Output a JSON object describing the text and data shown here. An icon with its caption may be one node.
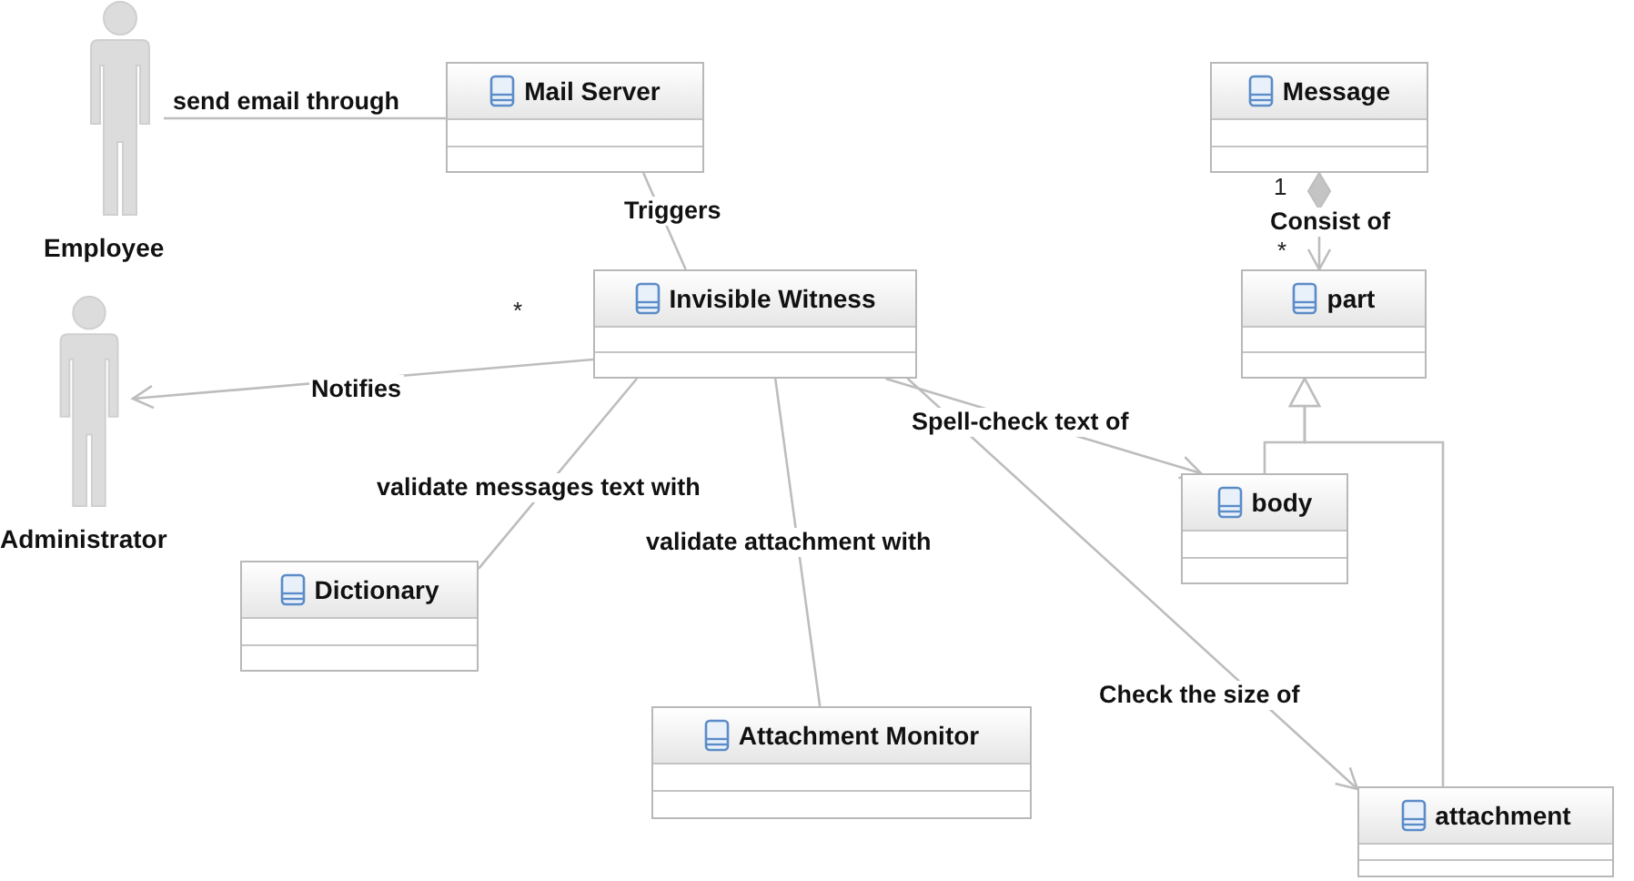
{
  "diagram": {
    "nodes": [
      {
        "text": [
          "Employee"
        ]
      },
      {
        "text": [
          "Mail Server"
        ]
      },
      {
        "text": [
          "Message"
        ]
      },
      {
        "text": [
          "Invisible Witness"
        ]
      },
      {
        "text": [
          "part"
        ]
      },
      {
        "text": [
          "Administrator"
        ]
      },
      {
        "text": [
          "body"
        ]
      },
      {
        "text": [
          "Dictionary"
        ]
      },
      {
        "text": [
          "Attachment Monitor"
        ]
      },
      {
        "text": [
          "attachment"
        ]
      }
    ],
    "edges": [
      {
        "from": 0,
        "to": 1,
        "arrow": "none",
        "label": "send email through"
      },
      {
        "from": 1,
        "to": 3,
        "arrow": "none",
        "label": "Triggers"
      },
      {
        "from": 3,
        "to": 5,
        "arrow": "to",
        "label": "Notifies"
      },
      {
        "from": 2,
        "to": 4,
        "arrow": "to",
        "label": "Consist of"
      },
      {
        "from": 3,
        "to": 7,
        "arrow": "none",
        "label": "validate messages text with"
      },
      {
        "from": 3,
        "to": 8,
        "arrow": "none",
        "label": "validate attachment with"
      },
      {
        "from": 3,
        "to": 6,
        "arrow": "to",
        "label": "Spell-check text of"
      },
      {
        "from": 3,
        "to": 9,
        "arrow": "to",
        "label": "Check the size of"
      },
      {
        "from": 6,
        "to": 4,
        "arrow": "to"
      },
      {
        "from": 9,
        "to": 4,
        "arrow": "to"
      }
    ],
    "labels": [
      "*",
      "1",
      "*"
    ]
  }
}
